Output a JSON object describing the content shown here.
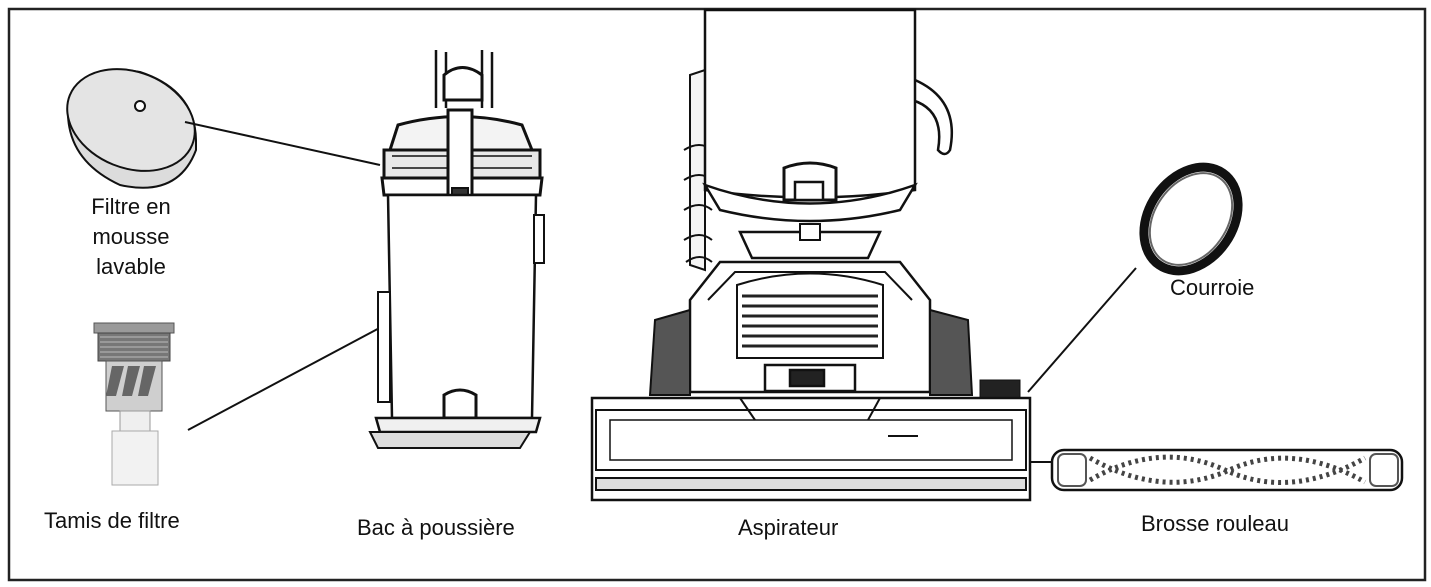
{
  "labels": {
    "foam_filter": [
      "Filtre en",
      "mousse",
      "lavable"
    ],
    "filter_screen": "Tamis de filtre",
    "dust_bin": "Bac à poussière",
    "vacuum": "Aspirateur",
    "belt": "Courroie",
    "brush_roll": "Brosse rouleau"
  },
  "colors": {
    "line": "#111111",
    "frame": "#222222",
    "filter_fill": "#d9d9d9",
    "paper": "#ffffff",
    "shade": "#e6e6e6"
  }
}
